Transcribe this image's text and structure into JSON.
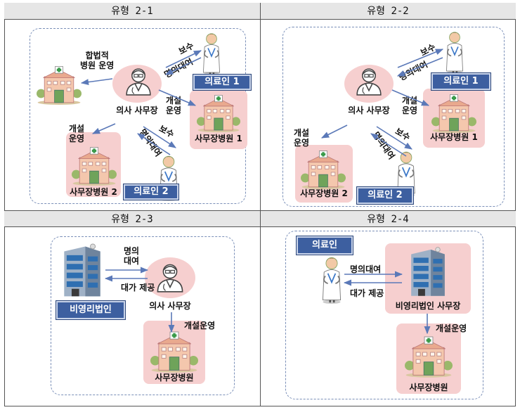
{
  "headers": {
    "p1": "유형 2-1",
    "p2": "유형 2-2",
    "p3": "유형 2-3",
    "p4": "유형 2-4"
  },
  "p1": {
    "legal": "합법적\n병원 운영",
    "boss": "의사 사무장",
    "bosu1": "보수",
    "loan1": "명의대여",
    "open1": "개설\n운영",
    "hosp1": "사무장병원 1",
    "doctor1": "의료인 1",
    "open2": "개설\n운영",
    "bosu2": "보수",
    "loan2": "명의대여",
    "hosp2": "사무장병원 2",
    "doctor2": "의료인 2"
  },
  "p2": {
    "boss": "의사 사무장",
    "bosu1": "보수",
    "loan1": "명의대여",
    "open1": "개설\n운영",
    "hosp1": "사무장병원 1",
    "doctor1": "의료인 1",
    "open2": "개설\n운영",
    "bosu2": "보수",
    "loan2": "명의대여",
    "hosp2": "사무장병원 2",
    "doctor2": "의료인 2"
  },
  "p3": {
    "loan": "명의\n대여",
    "fee": "대가 제공",
    "boss": "의사 사무장",
    "nonprofit": "비영리법인",
    "open": "개설운영",
    "hosp": "사무장병원"
  },
  "p4": {
    "doctor": "의료인",
    "loan": "명의대여",
    "fee": "대가 제공",
    "nonprofit_boss": "비영리법인 사무장",
    "open": "개설운영",
    "hosp": "사무장병원"
  },
  "colors": {
    "pink": "#f6cfcf",
    "navy": "#3d5fa0",
    "dashed": "#7a8fb8",
    "arrow": "#5b79b8"
  },
  "icons": [
    "hospital-icon",
    "doctor-icon",
    "boss-icon",
    "building-icon"
  ]
}
